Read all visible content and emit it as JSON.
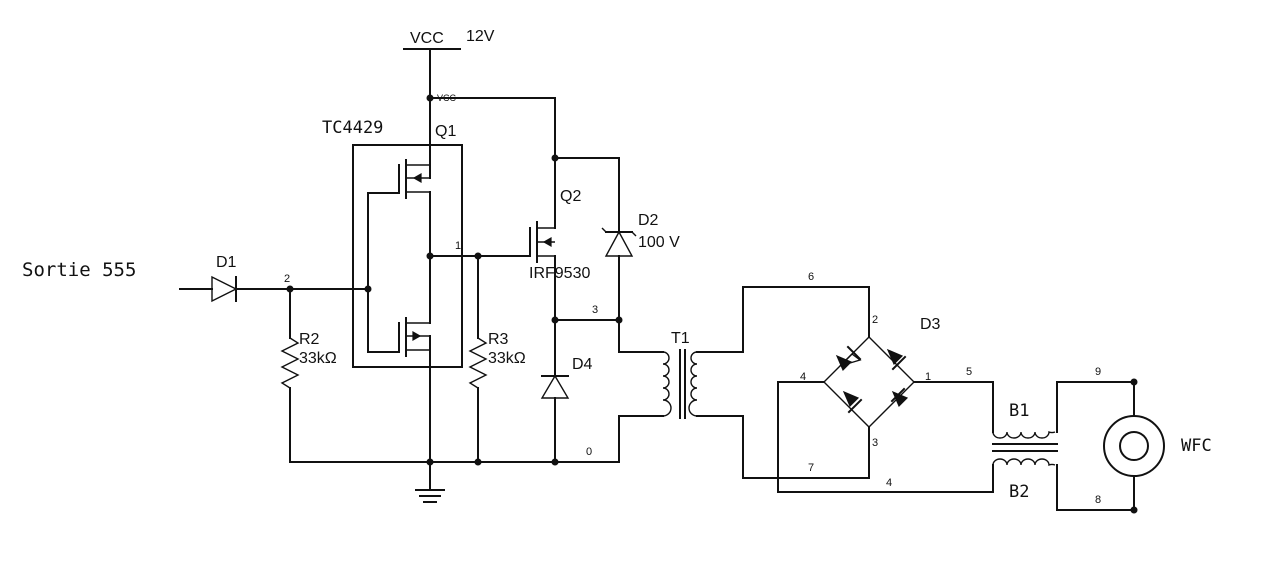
{
  "labels": {
    "vcc": "VCC",
    "vcc_value": "12V",
    "vcc_pin": "VCC",
    "input": "Sortie 555",
    "d1": "D1",
    "tc4429": "TC4429",
    "q1": "Q1",
    "q2": "Q2",
    "irf9530": "IRF9530",
    "d2": "D2",
    "d2_value": "100 V",
    "r2": "R2",
    "r2_value": "33kΩ",
    "r3": "R3",
    "r3_value": "33kΩ",
    "d4": "D4",
    "t1": "T1",
    "d3": "D3",
    "b1": "B1",
    "b2": "B2",
    "wfc": "WFC"
  },
  "nodes": {
    "n0": "0",
    "n1": "1",
    "n2": "2",
    "n3": "3",
    "n4": "4",
    "n5": "5",
    "n6": "6",
    "n7": "7",
    "n8": "8",
    "n9": "9"
  },
  "bridge_pins": {
    "p1": "1",
    "p2": "2",
    "p3": "3",
    "p4": "4"
  }
}
